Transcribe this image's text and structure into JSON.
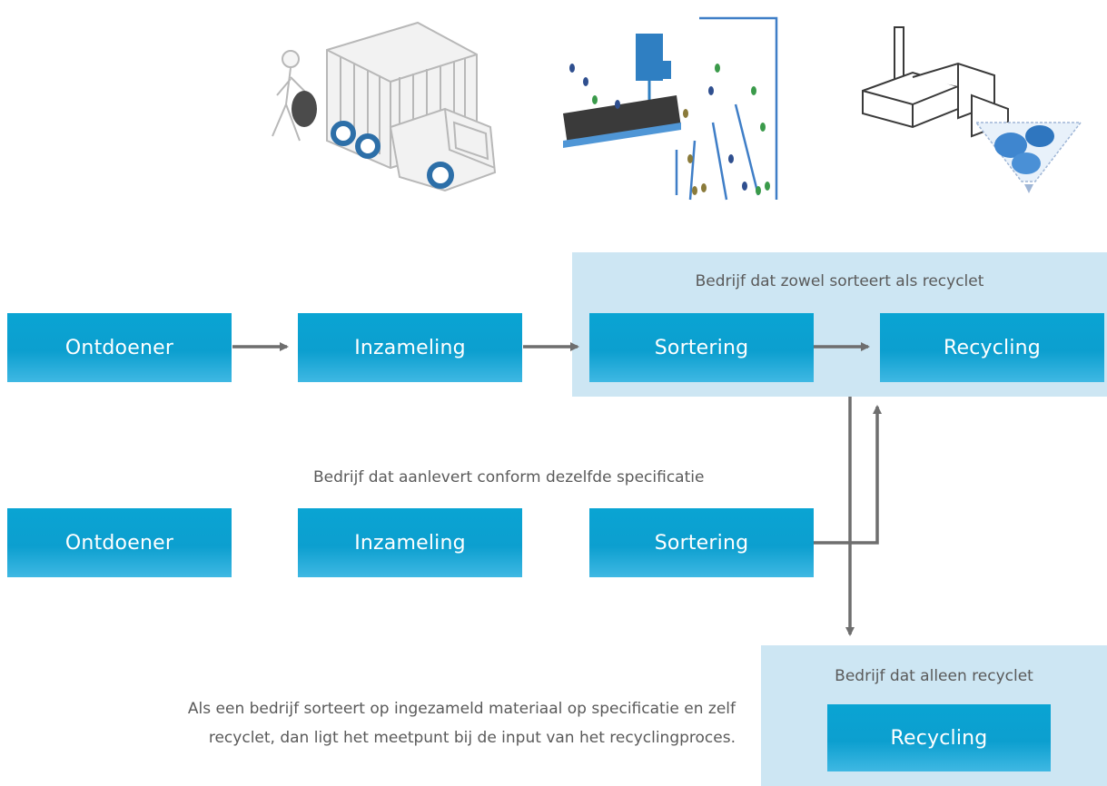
{
  "diagram": {
    "row1": {
      "boxes": [
        "Ontdoener",
        "Inzameling",
        "Sortering",
        "Recycling"
      ],
      "panel_label": "Bedrijf dat zowel sorteert als recyclet"
    },
    "row2": {
      "label": "Bedrijf dat aanlevert conform dezelfde specificatie",
      "boxes": [
        "Ontdoener",
        "Inzameling",
        "Sortering"
      ]
    },
    "bottom_panel": {
      "label": "Bedrijf dat alleen recyclet",
      "box": "Recycling"
    },
    "note_lines": [
      "Als een bedrijf sorteert op ingezameld materiaal op specificatie en zelf",
      "recyclet, dan ligt het meetpunt bij de input van het recyclingproces."
    ]
  },
  "colors": {
    "box": "#0aa4d3",
    "panel": "#cde6f3",
    "arrow": "#6e6e6e",
    "text": "#5a5a5a"
  },
  "icons": [
    "garbage-truck-illustration",
    "sorting-machine-illustration",
    "recycling-plant-illustration"
  ]
}
